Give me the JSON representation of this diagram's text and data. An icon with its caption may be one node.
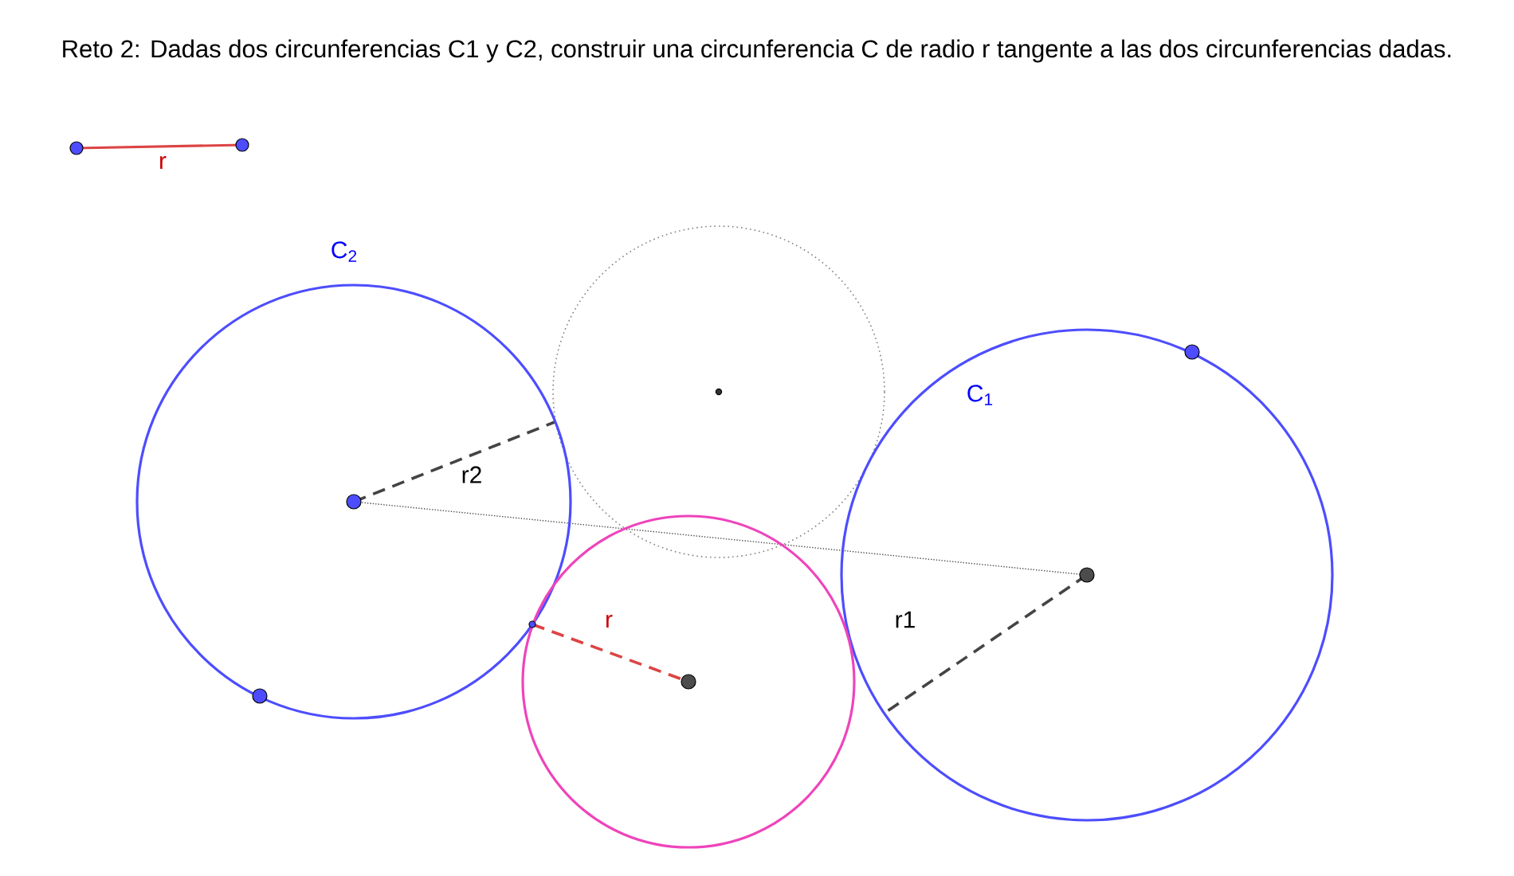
{
  "diagram": {
    "title": "Reto 2: Dadas dos circunferencias C1 y C2, construir una circunferencia C de radio r tangente a las dos circunferencias dadas.",
    "labels": [
      "r",
      "C$_{2}$",
      "C$_{1}$",
      "r2",
      "r",
      "r1"
    ]
  }
}
